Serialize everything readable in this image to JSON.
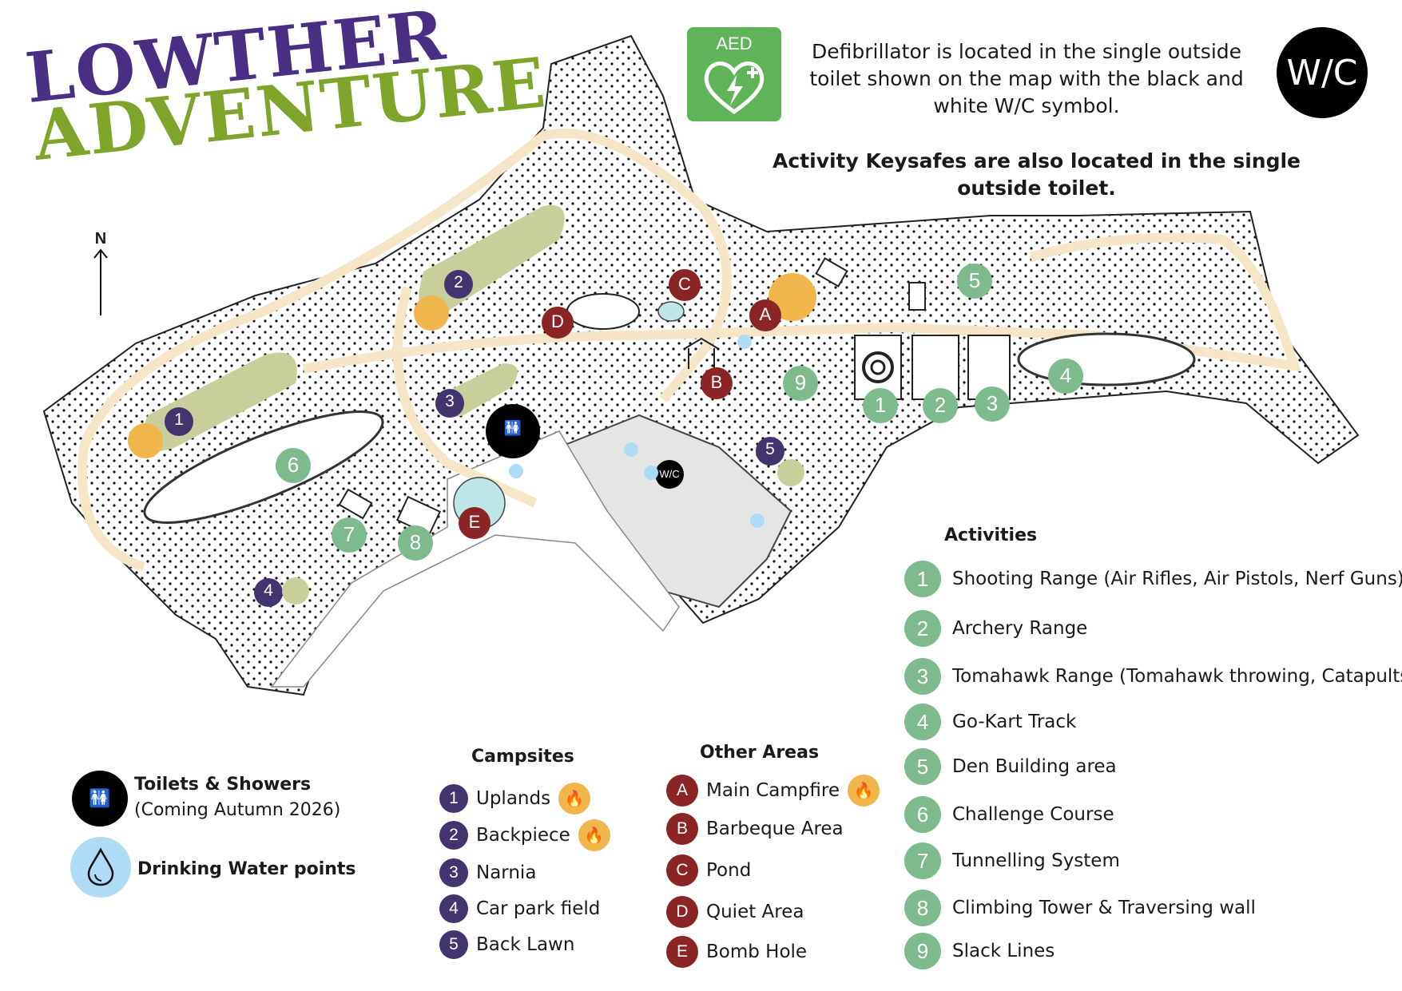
{
  "logo": {
    "line1": "LOWTHER",
    "line2": "ADVENTURE"
  },
  "aed": {
    "badge": "AED",
    "notice": "Defibrillator is located in the single outside toilet shown on the map with the black and white W/C symbol.",
    "wc_label": "W/C"
  },
  "keysafe_notice": "Activity Keysafes are also located in the single outside toilet.",
  "compass": {
    "label": "N"
  },
  "map_markers": {
    "campsites": [
      "1",
      "2",
      "3",
      "4",
      "5"
    ],
    "other": [
      "A",
      "B",
      "C",
      "D",
      "E"
    ],
    "activities": [
      "1",
      "2",
      "3",
      "4",
      "5",
      "6",
      "7",
      "8",
      "9"
    ],
    "wc": "W/C"
  },
  "legend_facilities": {
    "toilets_title": "Toilets & Showers",
    "toilets_note": "(Coming Autumn 2026)",
    "water_title": "Drinking Water points"
  },
  "campsites": {
    "title": "Campsites",
    "items": [
      {
        "num": "1",
        "label": "Uplands",
        "campfire": true
      },
      {
        "num": "2",
        "label": "Backpiece",
        "campfire": true
      },
      {
        "num": "3",
        "label": "Narnia",
        "campfire": false
      },
      {
        "num": "4",
        "label": "Car park field",
        "campfire": false
      },
      {
        "num": "5",
        "label": "Back Lawn",
        "campfire": false
      }
    ]
  },
  "other_areas": {
    "title": "Other Areas",
    "items": [
      {
        "num": "A",
        "label": "Main Campfire",
        "campfire": true
      },
      {
        "num": "B",
        "label": "Barbeque Area"
      },
      {
        "num": "C",
        "label": "Pond"
      },
      {
        "num": "D",
        "label": "Quiet Area"
      },
      {
        "num": "E",
        "label": "Bomb Hole"
      }
    ]
  },
  "activities": {
    "title": "Activities",
    "items": [
      {
        "num": "1",
        "label": "Shooting Range (Air Rifles, Air Pistols, Nerf Guns)"
      },
      {
        "num": "2",
        "label": "Archery Range"
      },
      {
        "num": "3",
        "label": "Tomahawk Range (Tomahawk throwing, Catapults)"
      },
      {
        "num": "4",
        "label": "Go-Kart Track"
      },
      {
        "num": "5",
        "label": "Den Building area"
      },
      {
        "num": "6",
        "label": "Challenge Course"
      },
      {
        "num": "7",
        "label": "Tunnelling System"
      },
      {
        "num": "8",
        "label": "Climbing Tower & Traversing wall"
      },
      {
        "num": "9",
        "label": "Slack Lines"
      }
    ]
  },
  "colors": {
    "logo_purple": "#4a2e84",
    "logo_green": "#7ea42a",
    "campsite": "#43336f",
    "other_area": "#8b2424",
    "activity": "#7dbb8e",
    "campfire": "#f0b54b",
    "water": "#aedcf7",
    "path": "#f6e6c8",
    "field": "#c8cf9b"
  }
}
